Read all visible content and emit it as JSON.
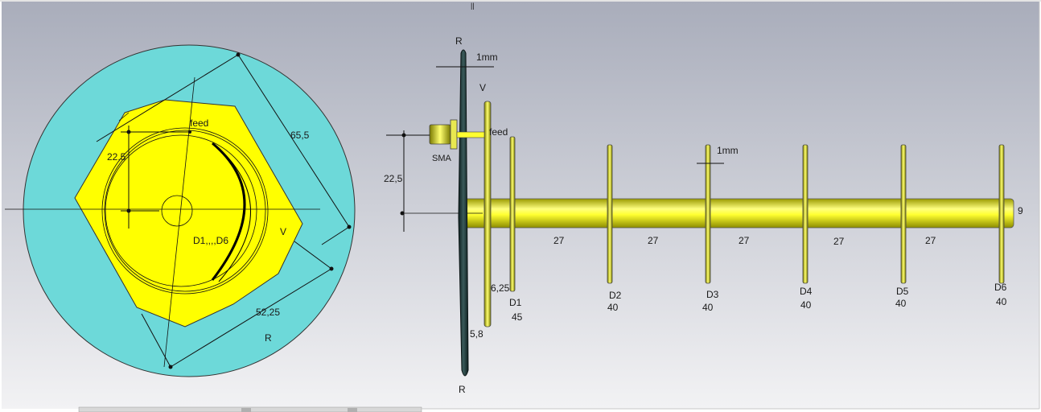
{
  "top_marker": "||",
  "front_view": {
    "feed_label": "feed",
    "dim_offset": "22,5",
    "dim_width": "65,5",
    "dim_height": "52,25",
    "directors_label": "D1,,,,D6",
    "v_label": "V",
    "r_label": "R"
  },
  "side_view": {
    "r_top": "R",
    "r_bottom": "R",
    "reflector_thickness": "1mm",
    "v_label": "V",
    "feed_label": "feed",
    "connector_label": "SMA",
    "dim_height": "22,5",
    "dim_spacing_1": "6,25",
    "dim_spacing_2": "5,8",
    "director_thickness": "1mm",
    "boom_diameter": "9",
    "directors": [
      {
        "name": "D1",
        "size": "45"
      },
      {
        "name": "D2",
        "size": "40"
      },
      {
        "name": "D3",
        "size": "40"
      },
      {
        "name": "D4",
        "size": "40"
      },
      {
        "name": "D5",
        "size": "40"
      },
      {
        "name": "D6",
        "size": "40"
      }
    ],
    "spacings": [
      "27",
      "27",
      "27",
      "27",
      "27"
    ]
  },
  "colors": {
    "reflector_fill": "#6dd9d9",
    "driven_fill": "#ffff00",
    "boom_light": "#ffff70",
    "boom_dark": "#b5b500",
    "reflector_side": "#1f3535",
    "background_top": "#a9adbb",
    "background_bottom": "#f2f2f4"
  }
}
